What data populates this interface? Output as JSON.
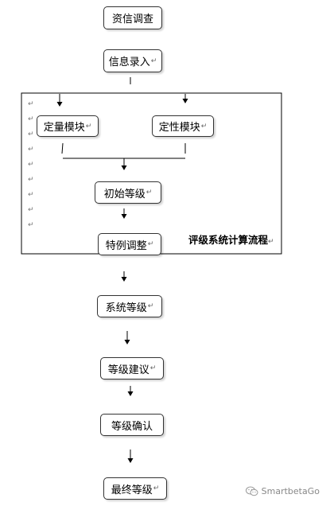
{
  "nodes": {
    "credit_investigation": "资信调查",
    "info_entry": "信息录入",
    "quant_module": "定量模块",
    "qual_module": "定性模块",
    "initial_grade": "初始等级",
    "special_adjust": "特例调整",
    "system_grade": "系统等级",
    "grade_suggest": "等级建议",
    "grade_confirm": "等级确认",
    "final_grade": "最终等级"
  },
  "subsystem": {
    "label": "评级系统计算流程"
  },
  "paragraph_mark": "↵",
  "watermark": {
    "text": "SmartbetaGo",
    "icon": "wechat-icon"
  }
}
